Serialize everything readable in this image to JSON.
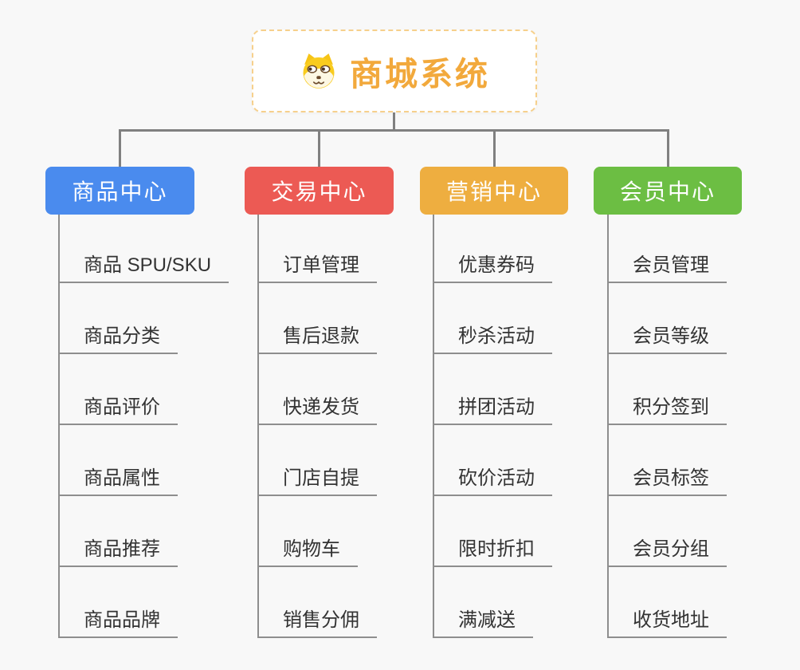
{
  "root": {
    "title": "商城系统",
    "icon": "dog-face-icon",
    "accent_color": "#F2A93C",
    "border_color": "#F6D08C"
  },
  "branches": [
    {
      "label": "商品中心",
      "color": "#4A8BEE",
      "children": [
        "商品 SPU/SKU",
        "商品分类",
        "商品评价",
        "商品属性",
        "商品推荐",
        "商品品牌"
      ]
    },
    {
      "label": "交易中心",
      "color": "#EC5A54",
      "children": [
        "订单管理",
        "售后退款",
        "快递发货",
        "门店自提",
        "购物车",
        "销售分佣"
      ]
    },
    {
      "label": "营销中心",
      "color": "#EEAE40",
      "children": [
        "优惠券码",
        "秒杀活动",
        "拼团活动",
        "砍价活动",
        "限时折扣",
        "满减送"
      ]
    },
    {
      "label": "会员中心",
      "color": "#6CBE43",
      "children": [
        "会员管理",
        "会员等级",
        "积分签到",
        "会员标签",
        "会员分组",
        "收货地址"
      ]
    }
  ],
  "canvas": {
    "background": "#F8F8F8",
    "connector_color": "#808080",
    "leaf_line_color": "#8E8E8E",
    "leaf_text_color": "#333333"
  }
}
